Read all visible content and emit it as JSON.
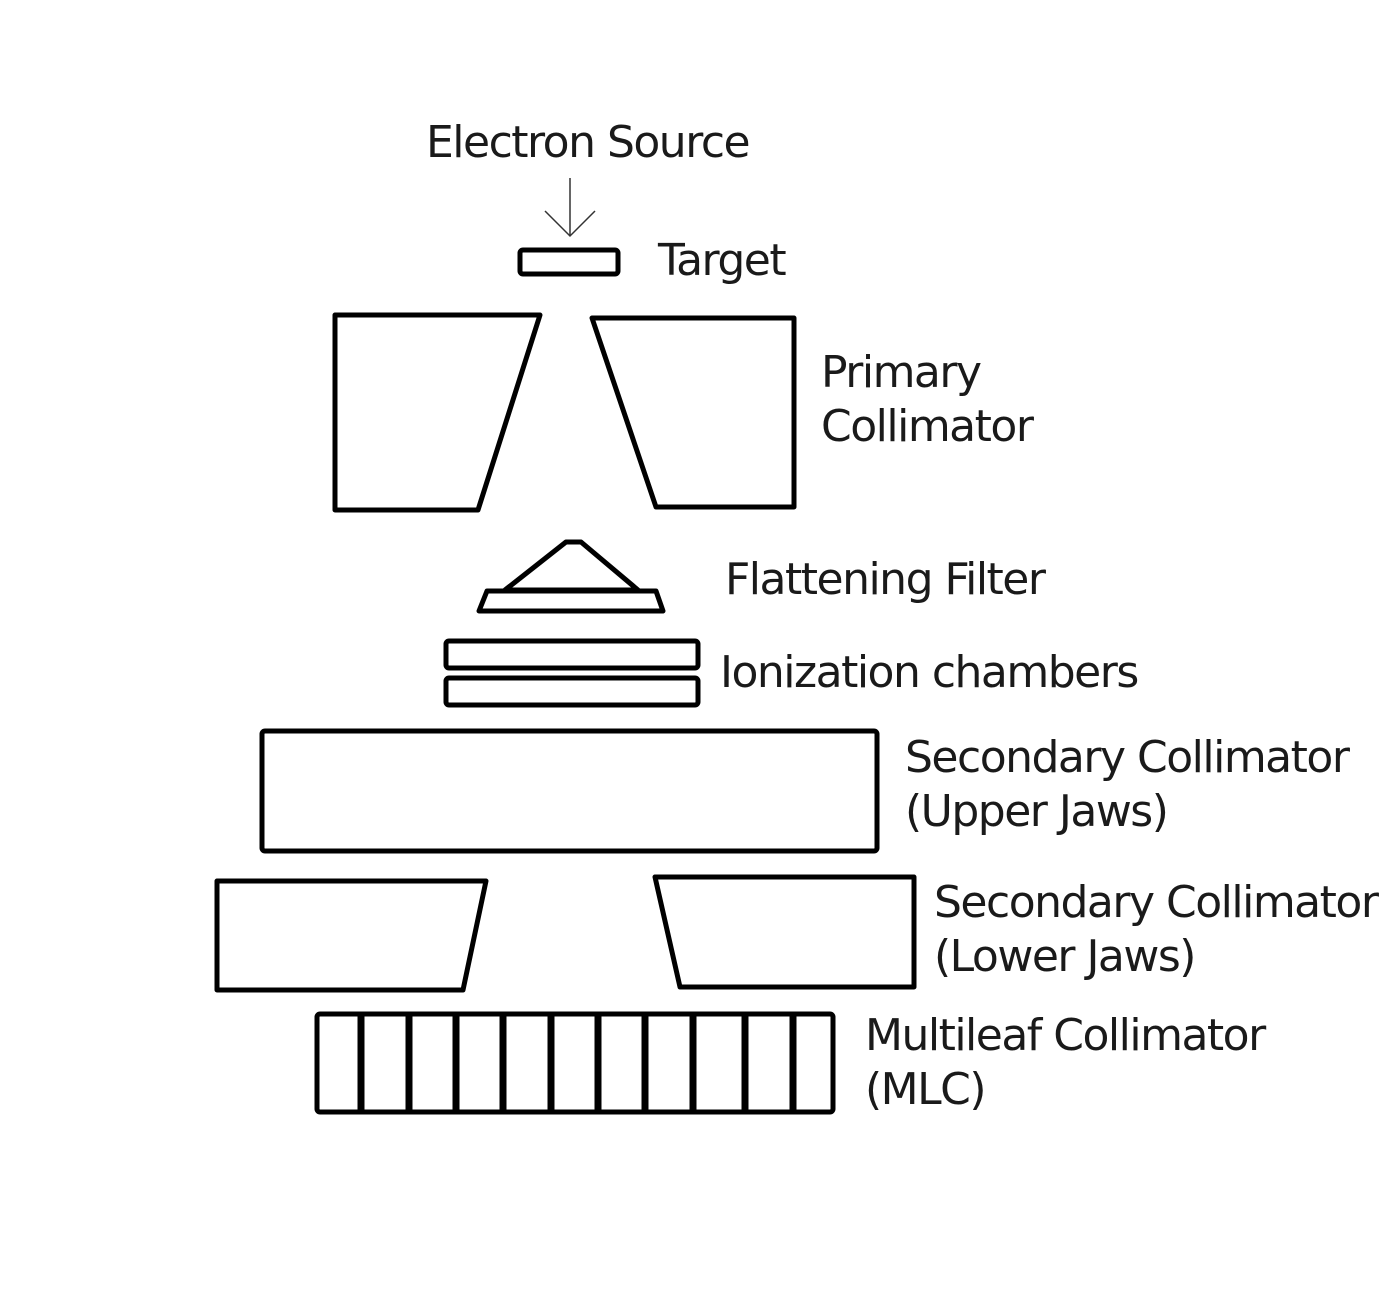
{
  "labels": {
    "electron_source": "Electron Source",
    "target": "Target",
    "primary_collimator_line1": "Primary",
    "primary_collimator_line2": "Collimator",
    "flattening_filter": "Flattening Filter",
    "ionization_chambers": "Ionization chambers",
    "upper_jaws_line1": "Secondary Collimator",
    "upper_jaws_line2": "(Upper Jaws)",
    "lower_jaws_line1": "Secondary Collimator",
    "lower_jaws_line2": "(Lower Jaws)",
    "mlc_line1": "Multileaf Collimator",
    "mlc_line2": "(MLC)"
  },
  "colors": {
    "stroke": "#000000",
    "text": "#1a1a1a",
    "background": "#ffffff"
  }
}
